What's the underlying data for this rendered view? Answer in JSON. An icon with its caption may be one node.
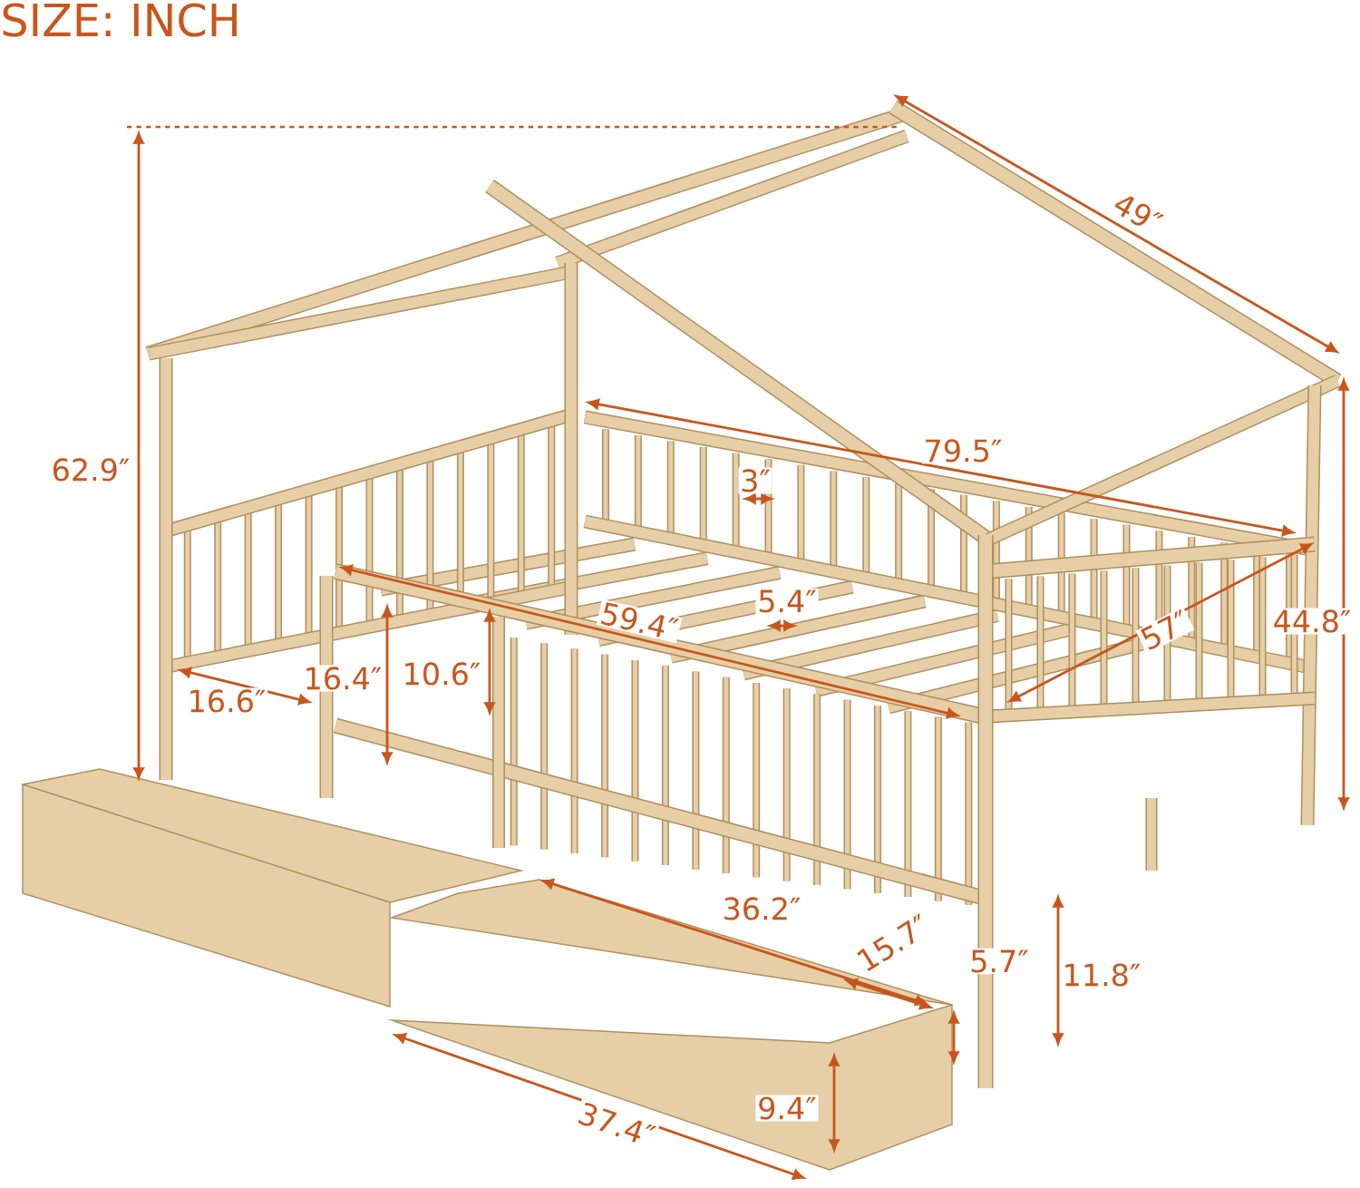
{
  "diagram": {
    "title": "SIZE: INCH",
    "labels": [
      "62.9″",
      "49″",
      "79.5″",
      "3″",
      "59.4″",
      "5.4″",
      "57″",
      "44.8″",
      "16.4″",
      "10.6″",
      "16.6″",
      "36.2″",
      "11.8″",
      "15.7″",
      "5.7″",
      "9.4″",
      "37.4″"
    ]
  }
}
